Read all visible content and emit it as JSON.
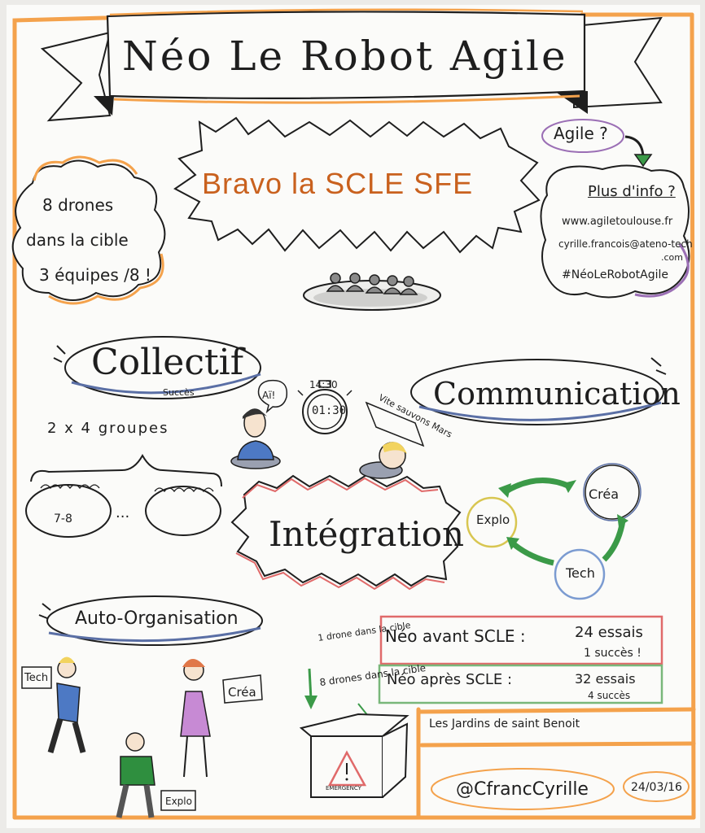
{
  "title": "Néo Le Robot Agile",
  "headline": "Bravo la SCLE SFE",
  "drones_bubble": {
    "line1": "8 drones",
    "line2": "dans la cible",
    "line3": "3 équipes /8 !"
  },
  "info_box": {
    "question": "Agile ?",
    "title": "Plus d'info ?",
    "website": "www.agiletoulouse.fr",
    "email": "cyrille.francois@ateno-tech",
    "email_tld": ".com",
    "hashtag": "#NéoLeRobotAgile"
  },
  "collectif": {
    "label": "Collectif",
    "sublabel": "Succès",
    "groups": "2 x 4 groupes",
    "group_size": "7-8",
    "ellipsis": "..."
  },
  "communication": "Communication",
  "integration": "Intégration",
  "auto_organisation": "Auto-Organisation",
  "speech": {
    "ai": "Aï!",
    "vite": "Vite sauvons Mars"
  },
  "timer": {
    "top_label": "14:30",
    "display": "01:30"
  },
  "cycle": {
    "crea": "Créa",
    "explo": "Explo",
    "tech": "Tech"
  },
  "results": {
    "one_drone": "1 drone dans la cible",
    "eight_drones": "8 drones dans la cible",
    "avant_label": "Néo avant SCLE :",
    "avant_essais": "24 essais",
    "avant_succes": "1 succès !",
    "apres_label": "Néo après SCLE :",
    "apres_essais": "32 essais",
    "apres_succes": "4 succès"
  },
  "roles": {
    "tech": "Tech",
    "crea": "Créa",
    "explo": "Explo"
  },
  "emergency": "EMERGENCY",
  "venue": "Les Jardins de saint Benoit",
  "handle": "@CfrancCyrille",
  "date": "24/03/16",
  "colors": {
    "orange_frame": "#f4a24c",
    "ink": "#1e1e1e",
    "bravo_orange": "#c9611e",
    "blue_ring": "#5a6fa5",
    "red_box": "#e06a6a",
    "green_box": "#79b77a",
    "green_arrow": "#3b9a48"
  }
}
